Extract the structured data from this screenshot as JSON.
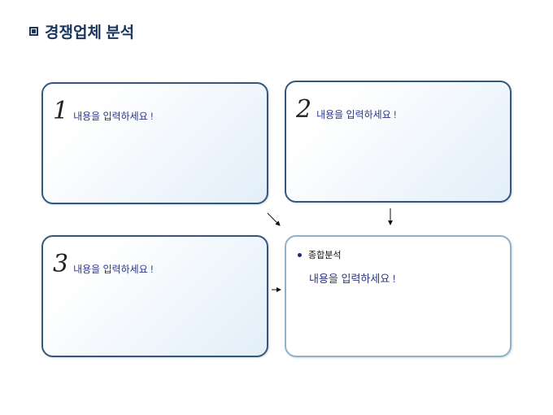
{
  "title": "경쟁업체 분석",
  "boxes": [
    {
      "num": "1",
      "text": "내용을 입력하세요 !"
    },
    {
      "num": "2",
      "text": "내용을 입력하세요 !"
    },
    {
      "num": "3",
      "text": "내용을 입력하세요 !"
    }
  ],
  "summary": {
    "heading": "종합분석",
    "text": "내용을 입력하세요 !"
  }
}
